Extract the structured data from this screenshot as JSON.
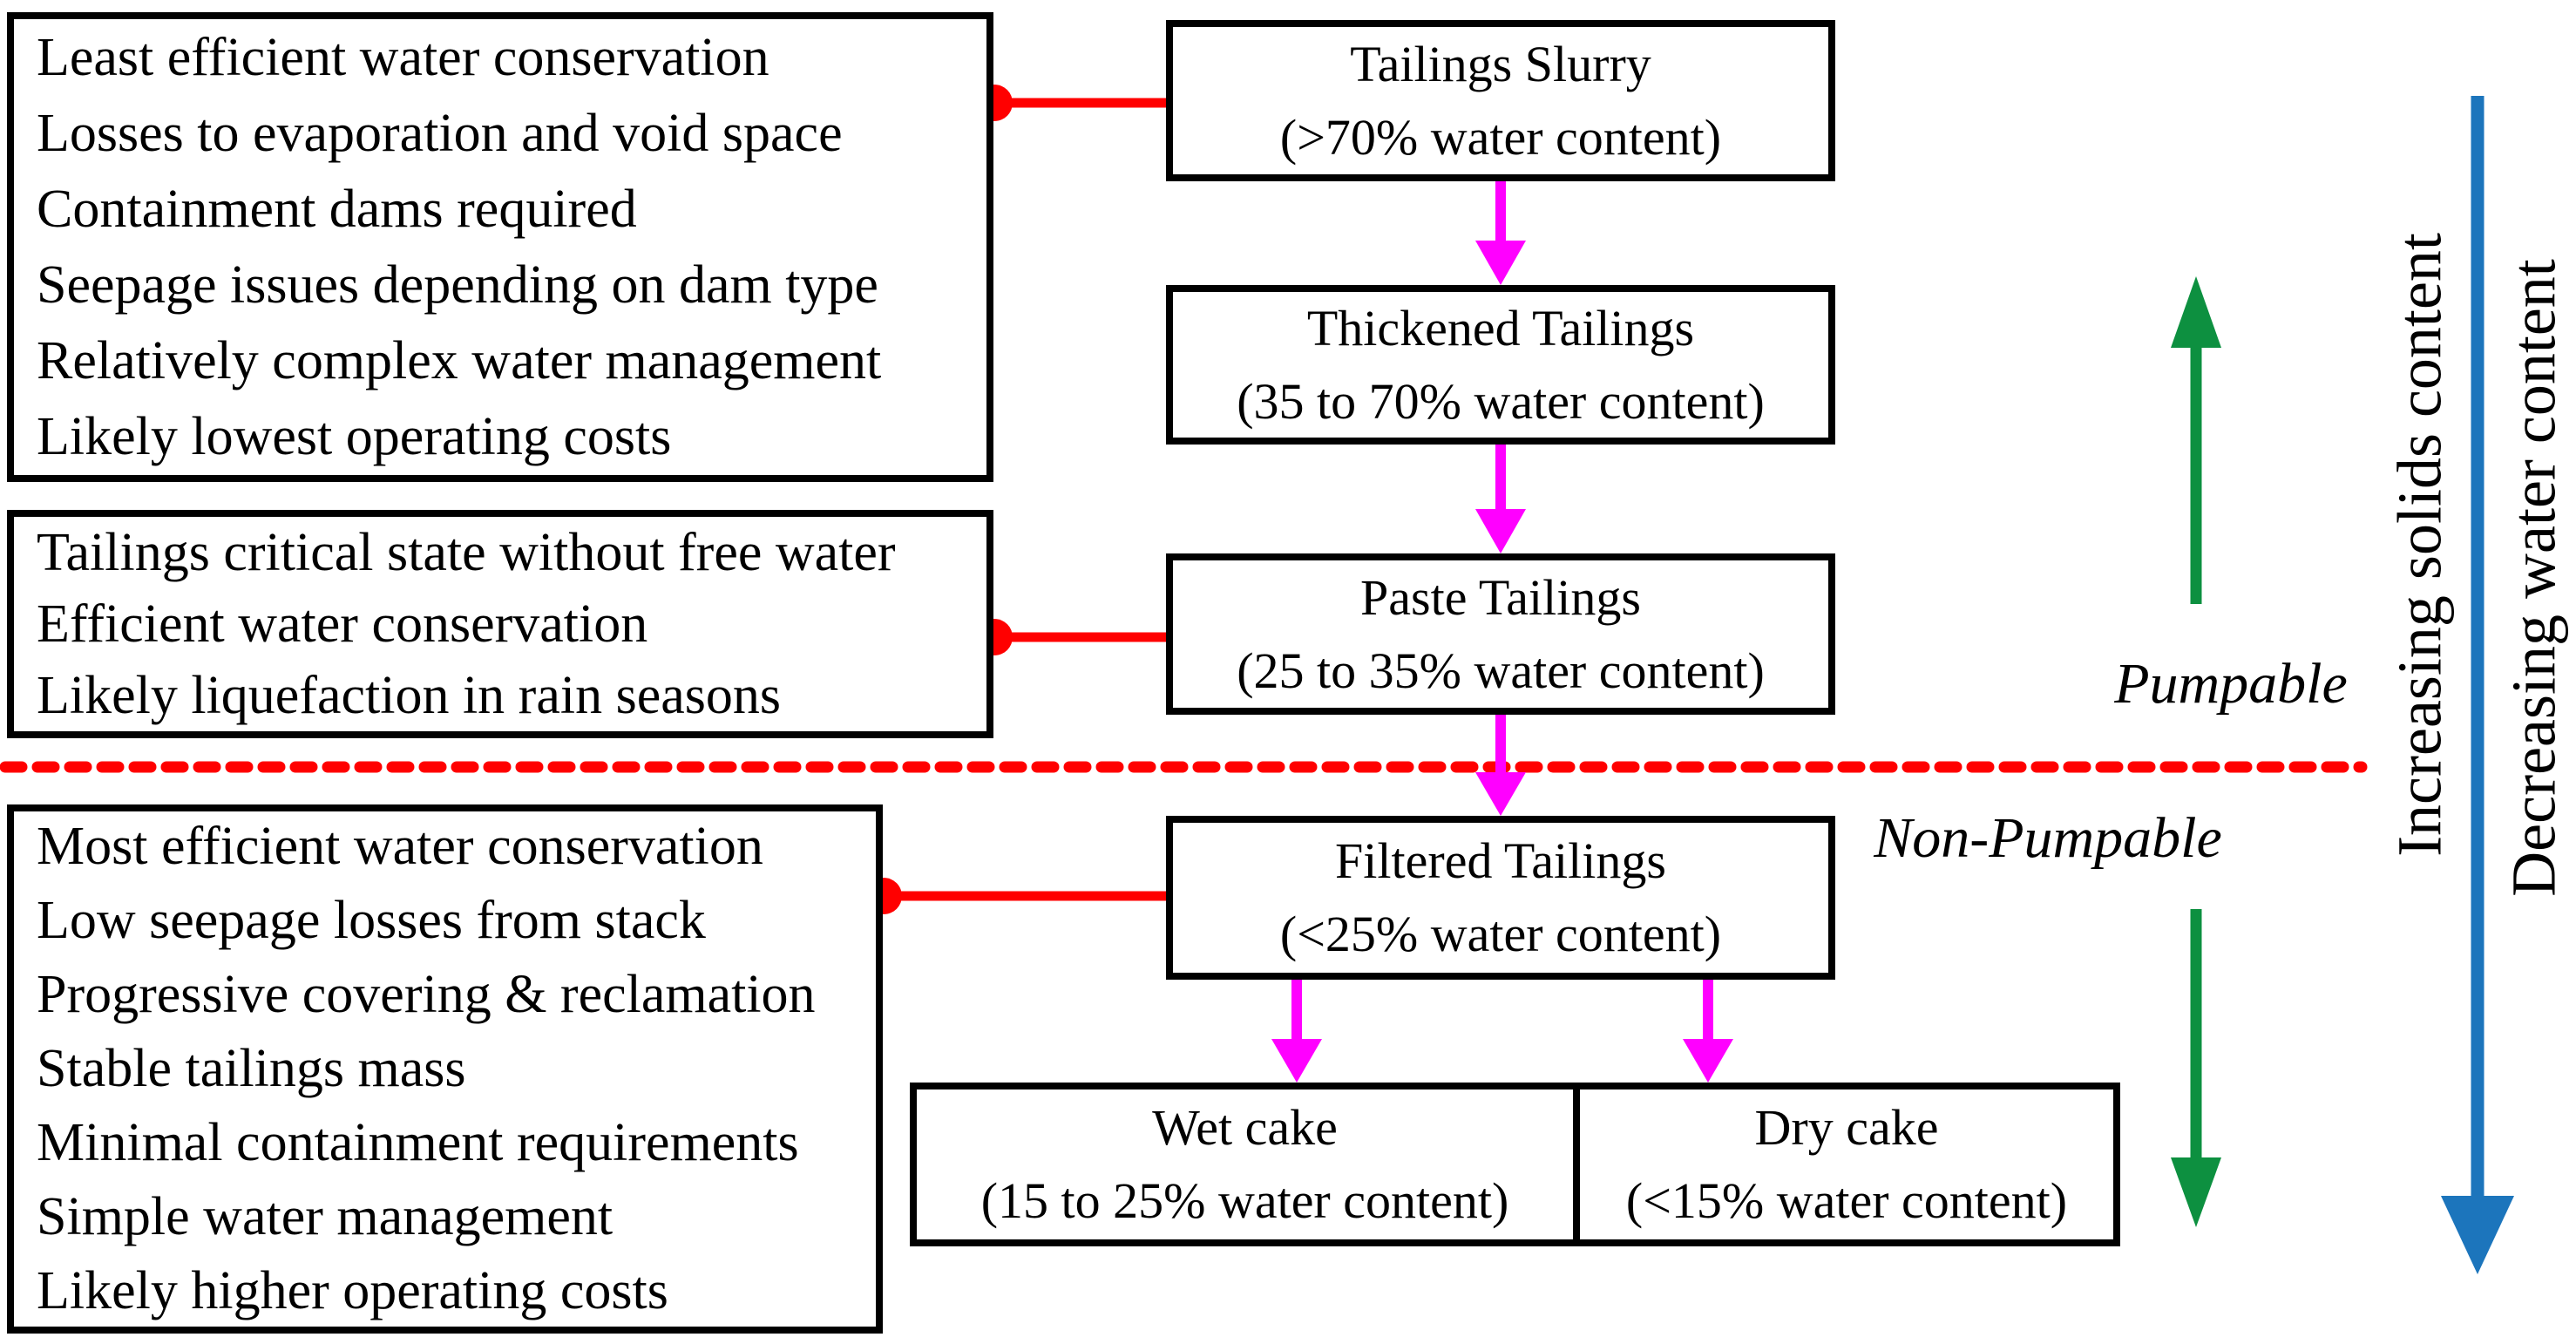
{
  "diagram": {
    "nodes": [
      {
        "title": "Tailings Slurry",
        "subtitle": "(>70% water content)"
      },
      {
        "title": "Thickened Tailings",
        "subtitle": "(35 to 70% water content)"
      },
      {
        "title": "Paste Tailings",
        "subtitle": "(25 to 35% water content)"
      },
      {
        "title": "Filtered Tailings",
        "subtitle": "(<25% water content)"
      },
      {
        "title": "Wet cake",
        "subtitle": "(15 to 25% water content)"
      },
      {
        "title": "Dry cake",
        "subtitle": "(<15% water content)"
      }
    ],
    "notes": [
      {
        "lines": [
          "Least efficient water conservation",
          "Losses to evaporation and void space",
          "Containment dams required",
          "Seepage issues depending on dam type",
          "Relatively complex water management",
          "Likely lowest operating costs"
        ]
      },
      {
        "lines": [
          "Tailings critical state without free water",
          "Efficient water conservation",
          "Likely liquefaction in rain seasons"
        ]
      },
      {
        "lines": [
          "Most efficient water conservation",
          "Low seepage losses from stack",
          "Progressive covering & reclamation",
          "Stable tailings mass",
          "Minimal containment requirements",
          "Simple water management",
          "Likely higher operating costs"
        ]
      }
    ],
    "labels": {
      "pumpable": "Pumpable",
      "non_pumpable": "Non-Pumpable",
      "increasing_solids": "Increasing solids content",
      "decreasing_water": "Decreasing water content"
    },
    "colors": {
      "connector_red": "#ff0000",
      "flow_arrow_magenta": "#ff00ff",
      "solids_arrow_green": "#0d9040",
      "water_arrow_blue": "#1c75bc",
      "ink": "#000000"
    }
  }
}
